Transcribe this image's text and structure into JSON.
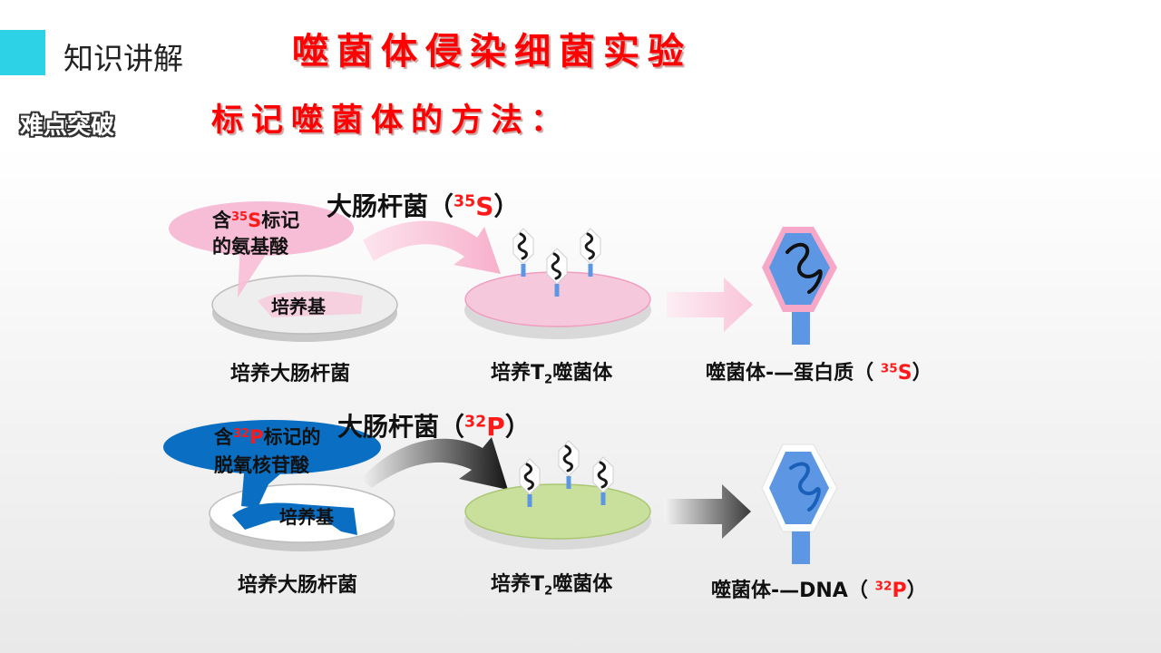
{
  "header": {
    "section_title": "知识讲解",
    "main_title": "噬菌体侵染细菌实验",
    "subtitle": "标记噬菌体的方法：",
    "difficulty_label": "难点突破"
  },
  "colors": {
    "accent": "#2ed2e6",
    "title_red": "#ff0000",
    "row1_pink": "#f7b6d2",
    "row2_blue": "#0a6fc2",
    "phage_blue": "#5d97e4",
    "dish_green": "#c9df9c"
  },
  "row1": {
    "label_contains": "含",
    "label_isotope_mass": "35",
    "label_isotope_element": "S",
    "label_rest": "标记",
    "label_line2": "的氨基酸",
    "medium": "培养基",
    "bacteria_label": "大肠杆菌（",
    "bacteria_isotope_mass": "35",
    "bacteria_isotope_element": "S",
    "bacteria_close": "）",
    "step1": "培养大肠杆菌",
    "step2_pre": "培养T",
    "step2_sub": "2",
    "step2_post": "噬菌体",
    "result_pre": "噬菌体-—蛋白质（ ",
    "result_mass": "35",
    "result_element": "S",
    "result_close": "）"
  },
  "row2": {
    "label_contains": "含",
    "label_isotope_mass": "32",
    "label_isotope_element": "P",
    "label_rest": "标记的",
    "label_line2": "脱氧核苷酸",
    "medium": "培养基",
    "bacteria_label": "大肠杆菌（",
    "bacteria_isotope_mass": "32",
    "bacteria_isotope_element": "P",
    "bacteria_close": "）",
    "step1": "培养大肠杆菌",
    "step2_pre": "培养T",
    "step2_sub": "2",
    "step2_post": "噬菌体",
    "result_pre": "噬菌体-—DNA（ ",
    "result_mass": "32",
    "result_element": "P",
    "result_close": "）"
  }
}
